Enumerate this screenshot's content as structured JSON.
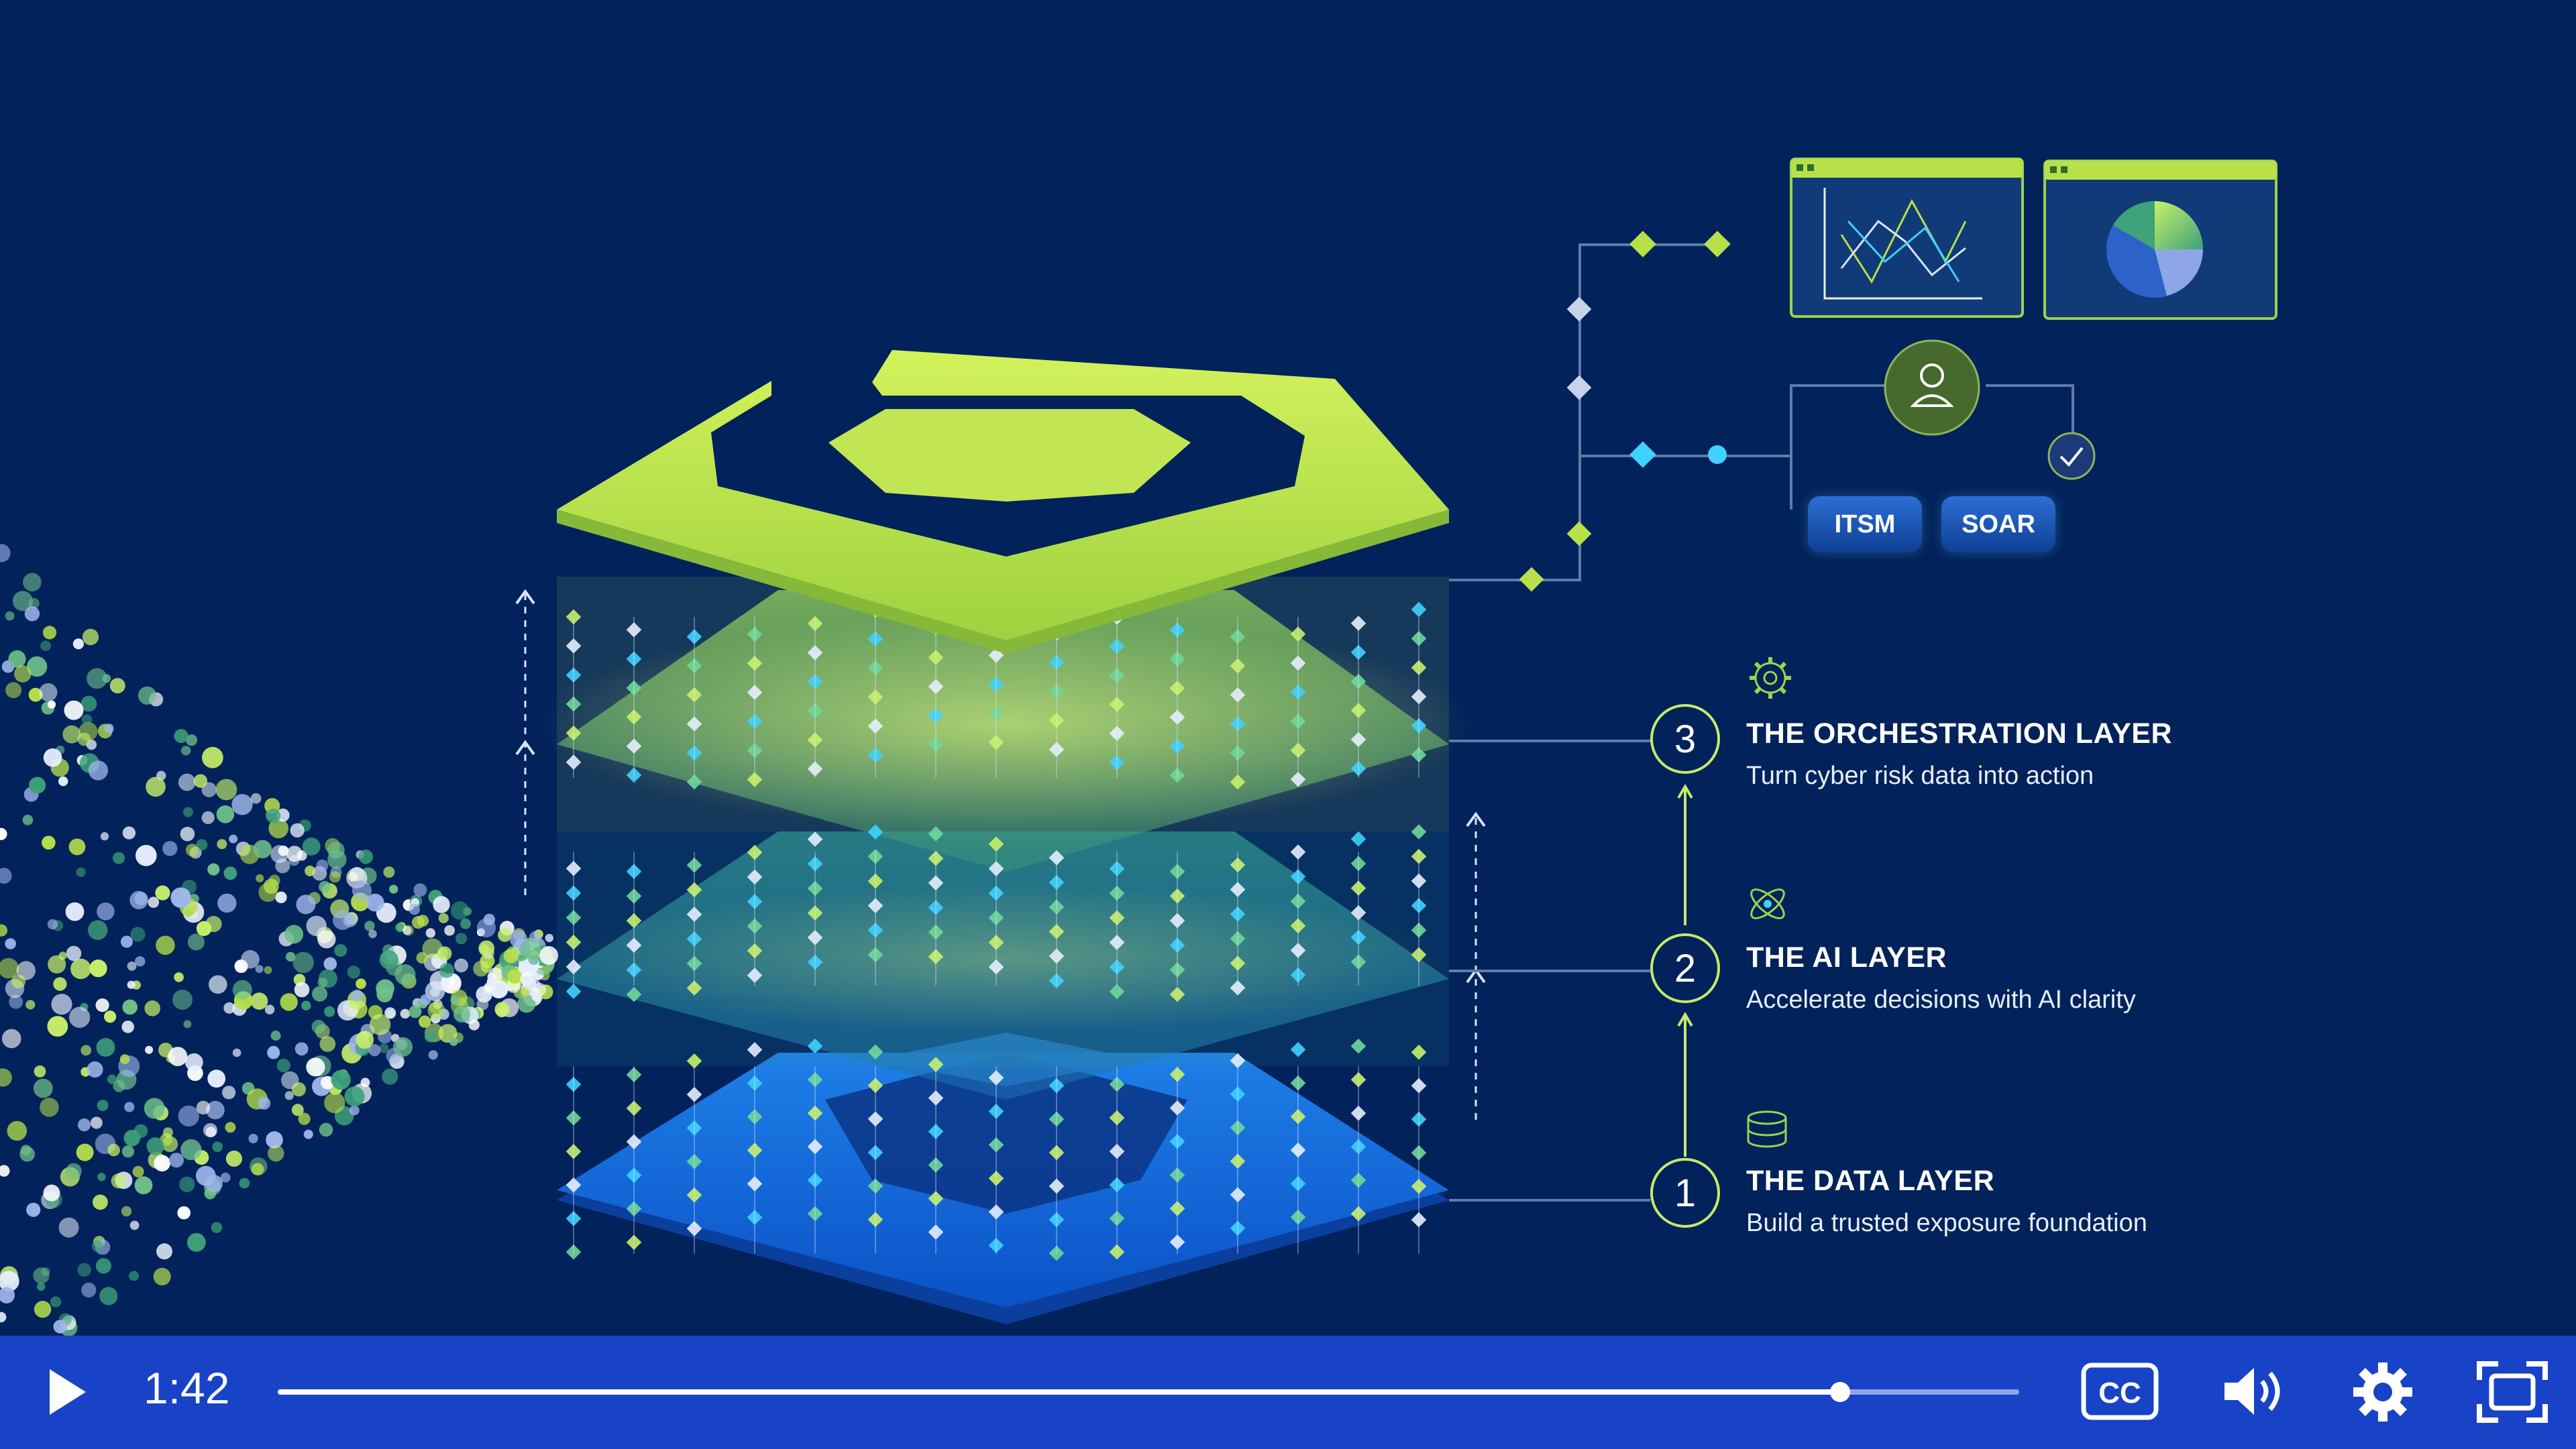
{
  "diagram": {
    "pills": [
      "ITSM",
      "SOAR"
    ],
    "layers": [
      {
        "number": "3",
        "title": "THE ORCHESTRATION LAYER",
        "subtitle": "Turn cyber risk data into action",
        "icon": "gear-icon"
      },
      {
        "number": "2",
        "title": "THE AI LAYER",
        "subtitle": "Accelerate decisions with AI clarity",
        "icon": "atom-icon"
      },
      {
        "number": "1",
        "title": "THE DATA LAYER",
        "subtitle": "Build a trusted exposure foundation",
        "icon": "database-icon"
      }
    ],
    "icons": {
      "user": "user-icon",
      "check": "check-icon"
    }
  },
  "player": {
    "time": "1:42",
    "progress_fraction": 0.897,
    "icons": [
      "play-icon",
      "closed-captions-icon",
      "volume-icon",
      "settings-icon",
      "fullscreen-icon"
    ],
    "cc_label": "CC"
  },
  "colors": {
    "background": "#01225a",
    "lime": "#c6e96a",
    "accent_blue": "#1e6fe0",
    "control_bar": "#1843c6"
  }
}
